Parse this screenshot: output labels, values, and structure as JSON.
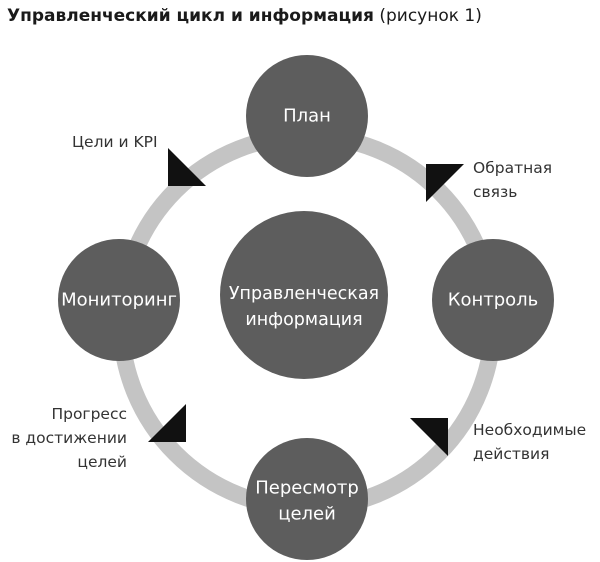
{
  "title": {
    "main": "Управленческий цикл и информация",
    "sub": "(рисунок 1)"
  },
  "nodes": {
    "plan": "План",
    "control": "Контроль",
    "review": [
      "Пересмотр",
      "целей"
    ],
    "monitoring": "Мониторинг",
    "center": [
      "Управленческая",
      "информация"
    ]
  },
  "annotations": {
    "goals_kpi": "Цели и KPI",
    "feedback": [
      "Обратная",
      "связь"
    ],
    "actions": [
      "Необходимые",
      "действия"
    ],
    "progress": [
      "Прогресс",
      "в достижении",
      "целей"
    ]
  },
  "colors": {
    "node_fill": "#5d5d5d",
    "ring": "#c4c4c4",
    "arrow": "#111111",
    "node_text": "#ffffff",
    "annotation_text": "#333333"
  }
}
